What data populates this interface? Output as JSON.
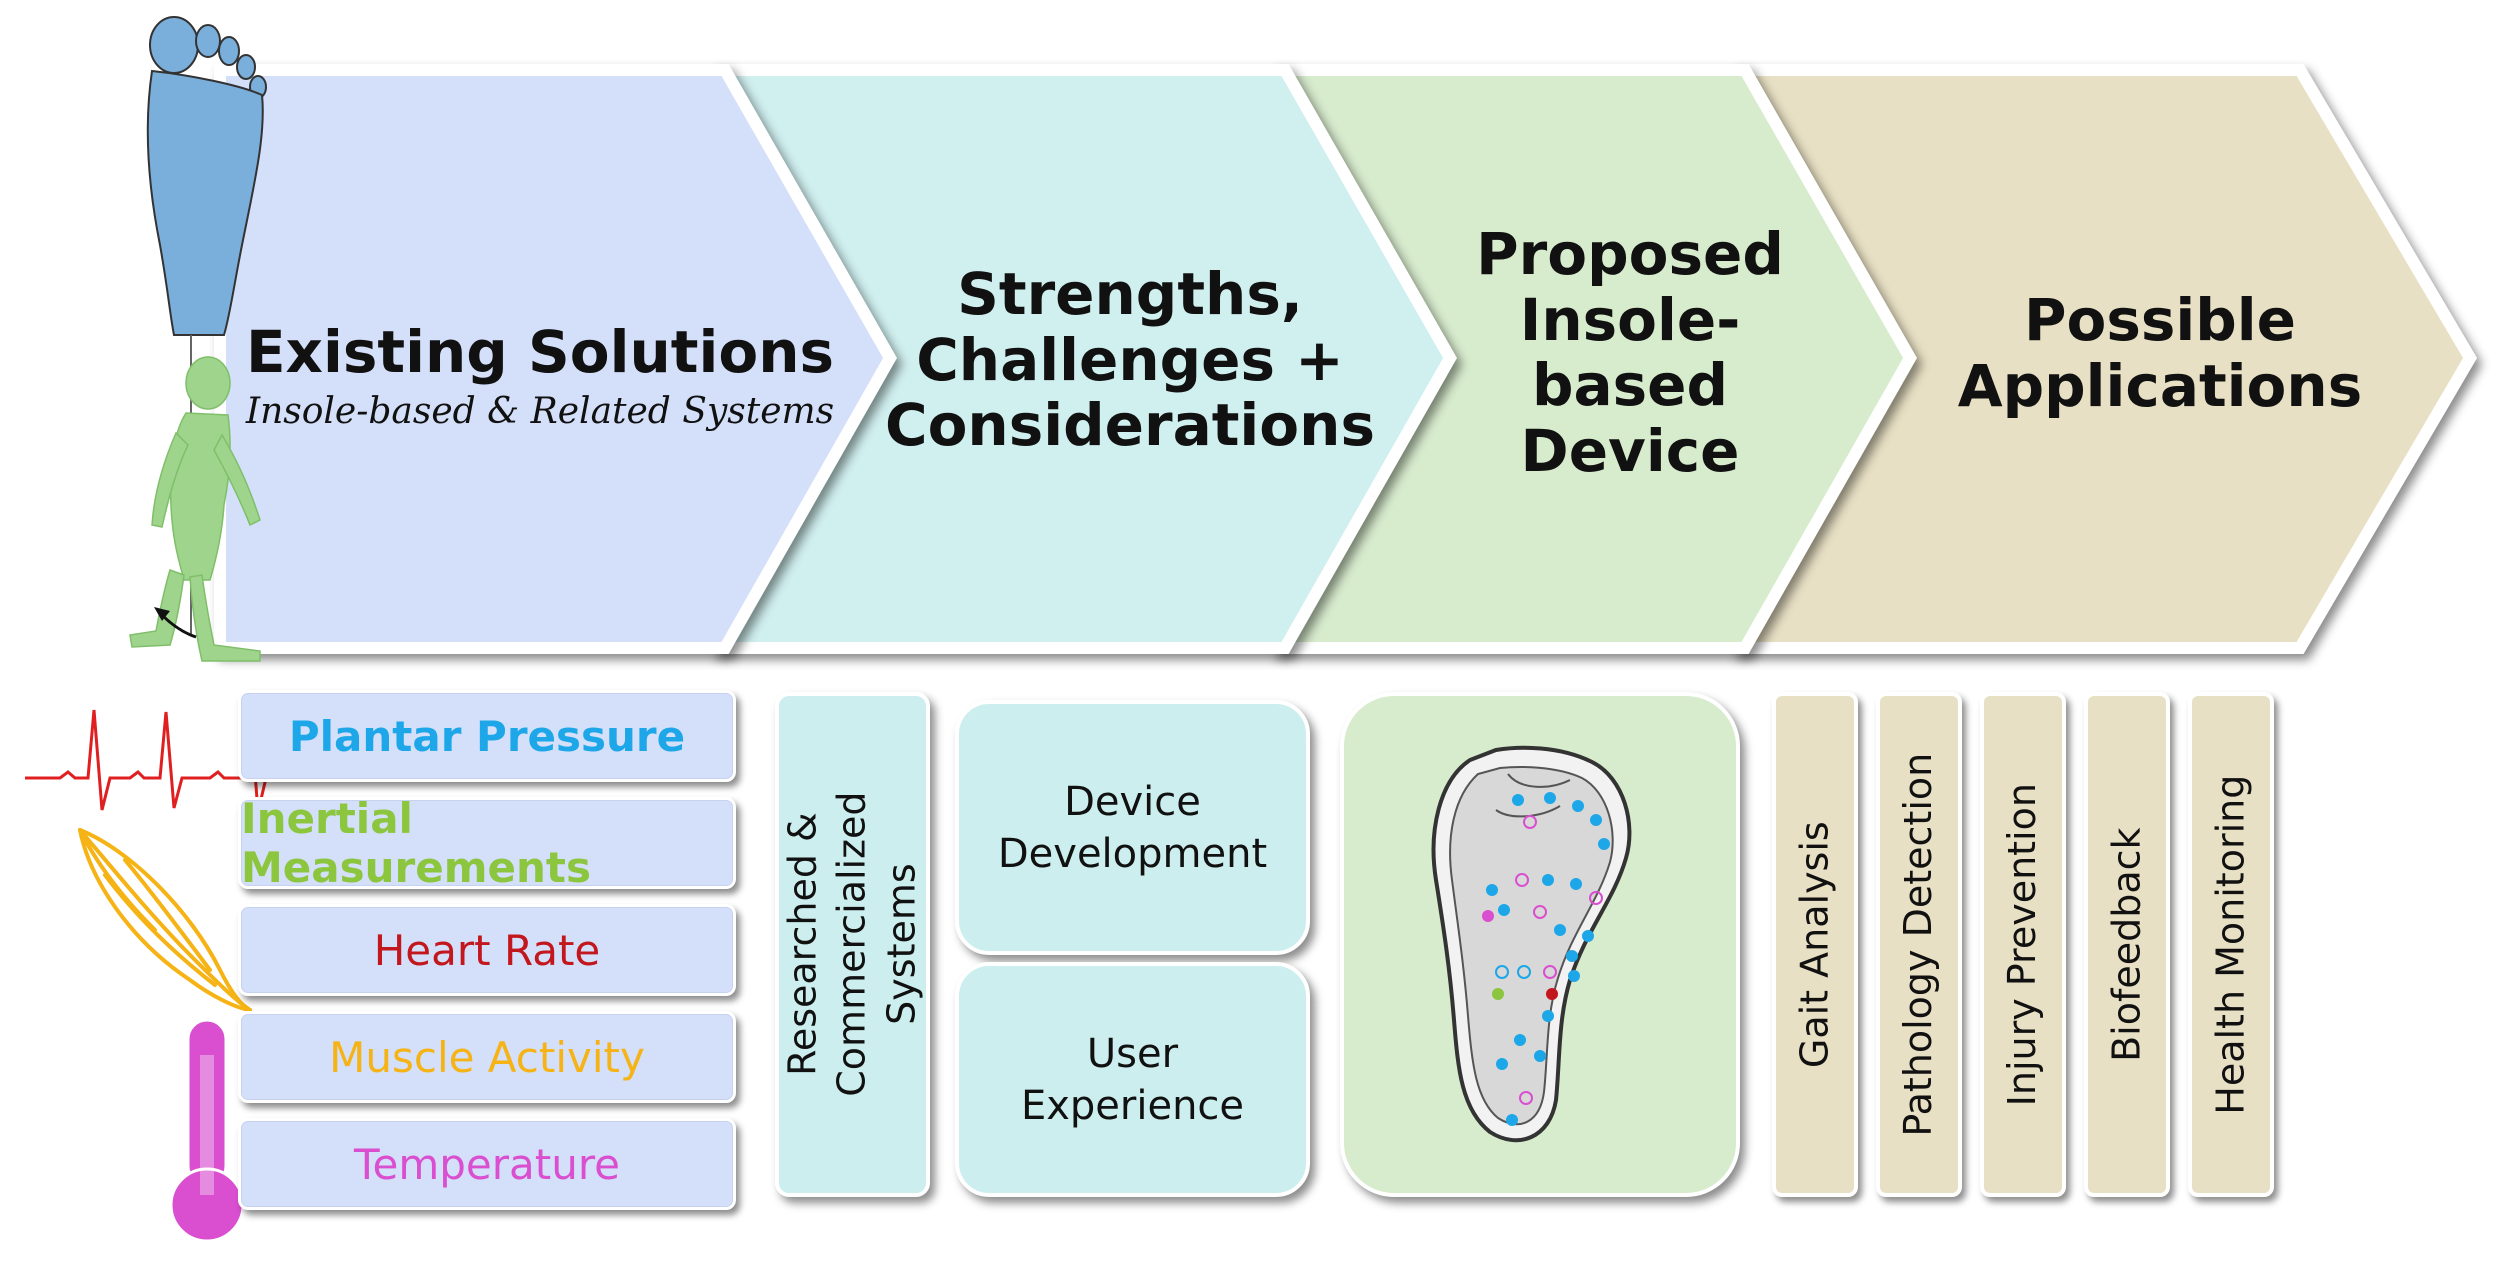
{
  "stages": [
    {
      "title_lines": [
        "Existing Solutions"
      ],
      "subtitle": "Insole-based & Related Systems"
    },
    {
      "title_lines": [
        "Strengths,",
        "Challenges +",
        "Considerations"
      ]
    },
    {
      "title_lines": [
        "Proposed",
        "Insole-",
        "based",
        "Device"
      ]
    },
    {
      "title_lines": [
        "Possible",
        "Applications"
      ]
    }
  ],
  "sensors": [
    {
      "label": "Plantar Pressure",
      "color": "#1ea7e8",
      "bold": true
    },
    {
      "label": "Inertial Measurements",
      "color": "#8cc63f",
      "bold": true
    },
    {
      "label": "Heart Rate",
      "color": "#c3171e",
      "bold": false
    },
    {
      "label": "Muscle Activity",
      "color": "#f5b315",
      "bold": false
    },
    {
      "label": "Temperature",
      "color": "#d94fd0",
      "bold": false
    }
  ],
  "systems_label": "Researched &\nCommercialized Systems",
  "considerations": [
    "Device\nDevelopment",
    "User\nExperience"
  ],
  "applications": [
    "Gait Analysis",
    "Pathology Detection",
    "Injury Prevention",
    "Biofeedback",
    "Health Monitoring"
  ],
  "colors": {
    "stage1": "#d4dffa",
    "stage2": "#d0efef",
    "stage3": "#d7ebcd",
    "stage4": "#e8e0c4",
    "foot": "#7aaedb",
    "walker": "#9fd48c",
    "heart_line": "#e02020",
    "muscle": "#f5b315",
    "thermometer": "#d94fd0"
  },
  "icons": [
    "foot-icon",
    "walking-person-icon",
    "heartbeat-icon",
    "muscle-icon",
    "thermometer-icon",
    "insole-sensor-icon"
  ]
}
